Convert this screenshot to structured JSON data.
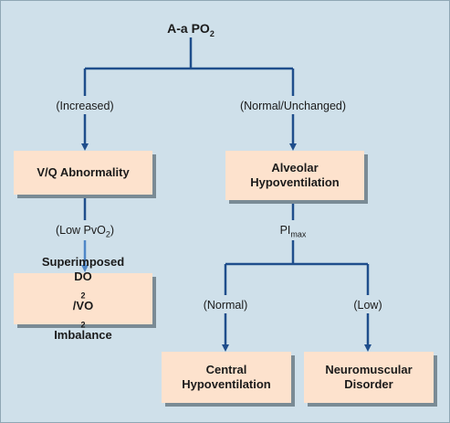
{
  "root": {
    "text": "A-a PO",
    "sub": "2"
  },
  "edges": {
    "increased": "(Increased)",
    "normal_unchanged": "(Normal/Unchanged)",
    "low_pvo2": {
      "pre": "(Low PvO",
      "sub": "2",
      "post": ")"
    },
    "pimax": {
      "pre": "PI",
      "sub": "max"
    },
    "normal": "(Normal)",
    "low": "(Low)"
  },
  "nodes": {
    "vq": "V/Q Abnormality",
    "alveolar_1": "Alveolar",
    "alveolar_2": "Hypoventilation",
    "superimposed_1": "Superimposed",
    "superimposed_2": {
      "a": "DO",
      "a_sub": "2",
      "b": "/VO",
      "b_sub": "2",
      "c": " Imbalance"
    },
    "central_1": "Central",
    "central_2": "Hypoventilation",
    "neuro_1": "Neuromuscular",
    "neuro_2": "Disorder"
  },
  "colors": {
    "background": "#cfe0ea",
    "box": "#fde2cd",
    "line": "#1f4e8c",
    "shadow": "#7a8b95"
  }
}
